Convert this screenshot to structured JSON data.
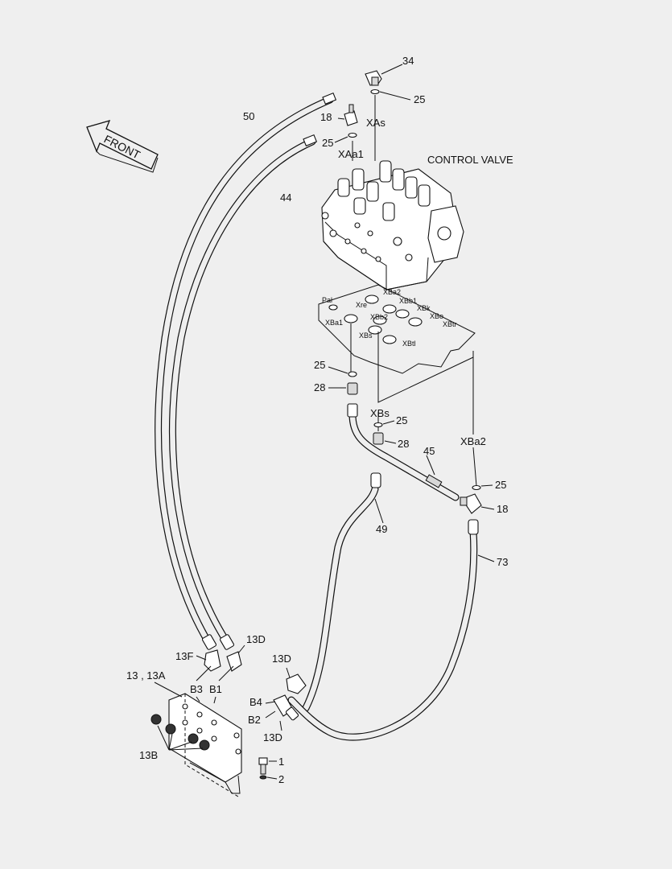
{
  "diagram": {
    "front_label": "FRONT",
    "control_valve_label": "CONTROL VALVE",
    "part_labels": {
      "p34": "34",
      "p25_top": "25",
      "p50": "50",
      "p18_top": "18",
      "xas": "XAs",
      "p25_mid": "25",
      "xaa1": "XAa1",
      "p44": "44",
      "p25_left": "25",
      "p28_left": "28",
      "xbs": "XBs",
      "p25_xbs": "25",
      "p28_xbs": "28",
      "p45": "45",
      "xba2": "XBa2",
      "p25_right": "25",
      "p18_right": "18",
      "p49": "49",
      "p73": "73",
      "p13f": "13F",
      "p13d_top": "13D",
      "p13_13a": "13 , 13A",
      "b3": "B3",
      "b1": "B1",
      "p13d_mid": "13D",
      "b4": "B4",
      "b2": "B2",
      "p13d_low": "13D",
      "p13b": "13B",
      "p1": "1",
      "p2": "2"
    },
    "port_labels": {
      "pal": "Pal",
      "xba2": "XBa2",
      "xbb1": "XBb1",
      "xre": "Xre",
      "xbk": "XBk",
      "xba1": "XBa1",
      "xbb2": "XBb2",
      "xbo": "XBo",
      "xbtr": "XBtr",
      "xbs": "XBs",
      "xbtl": "XBtl"
    }
  }
}
